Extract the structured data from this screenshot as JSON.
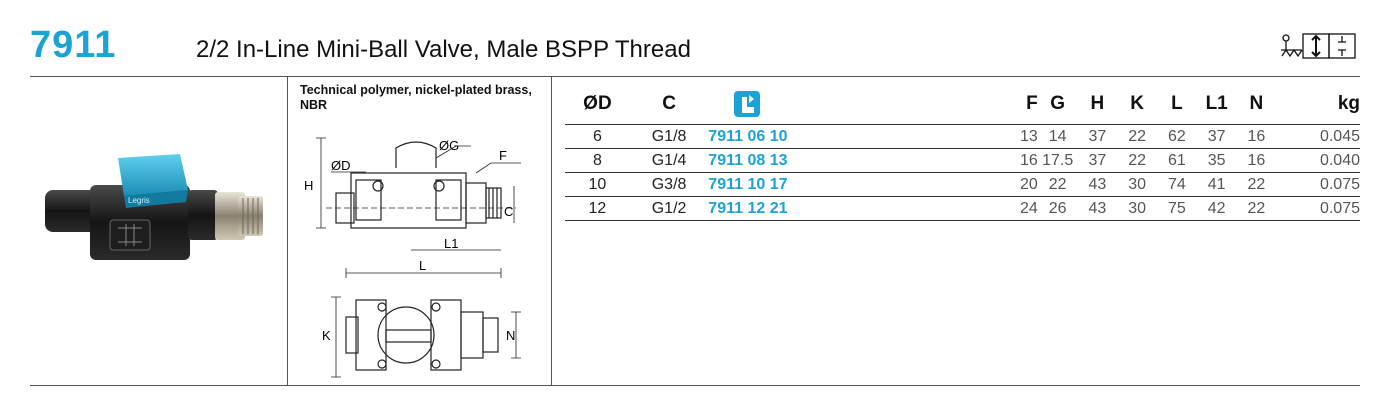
{
  "header": {
    "product_code": "7911",
    "title": "2/2 In-Line Mini-Ball Valve, Male BSPP Thread"
  },
  "material_note": "Technical polymer, nickel-plated brass, NBR",
  "drawing_labels": {
    "d": "ØD",
    "g": "ØG",
    "f": "F",
    "h": "H",
    "c": "C",
    "l1": "L1",
    "l": "L",
    "k": "K",
    "n": "N"
  },
  "photo_brand": "Legris",
  "table": {
    "headers": [
      "ØD",
      "C",
      "",
      "F",
      "G",
      "H",
      "K",
      "L",
      "L1",
      "N",
      "kg"
    ],
    "rows": [
      [
        "6",
        "G1/8",
        "7911 06 10",
        "13",
        "14",
        "37",
        "22",
        "62",
        "37",
        "16",
        "0.045"
      ],
      [
        "8",
        "G1/4",
        "7911 08 13",
        "16",
        "17.5",
        "37",
        "22",
        "61",
        "35",
        "16",
        "0.040"
      ],
      [
        "10",
        "G3/8",
        "7911 10 17",
        "20",
        "22",
        "43",
        "30",
        "74",
        "41",
        "22",
        "0.075"
      ],
      [
        "12",
        "G1/2",
        "7911 12 21",
        "24",
        "26",
        "43",
        "30",
        "75",
        "42",
        "22",
        "0.075"
      ]
    ]
  },
  "colors": {
    "accent": "#1aa3d4",
    "rule": "#333333"
  }
}
